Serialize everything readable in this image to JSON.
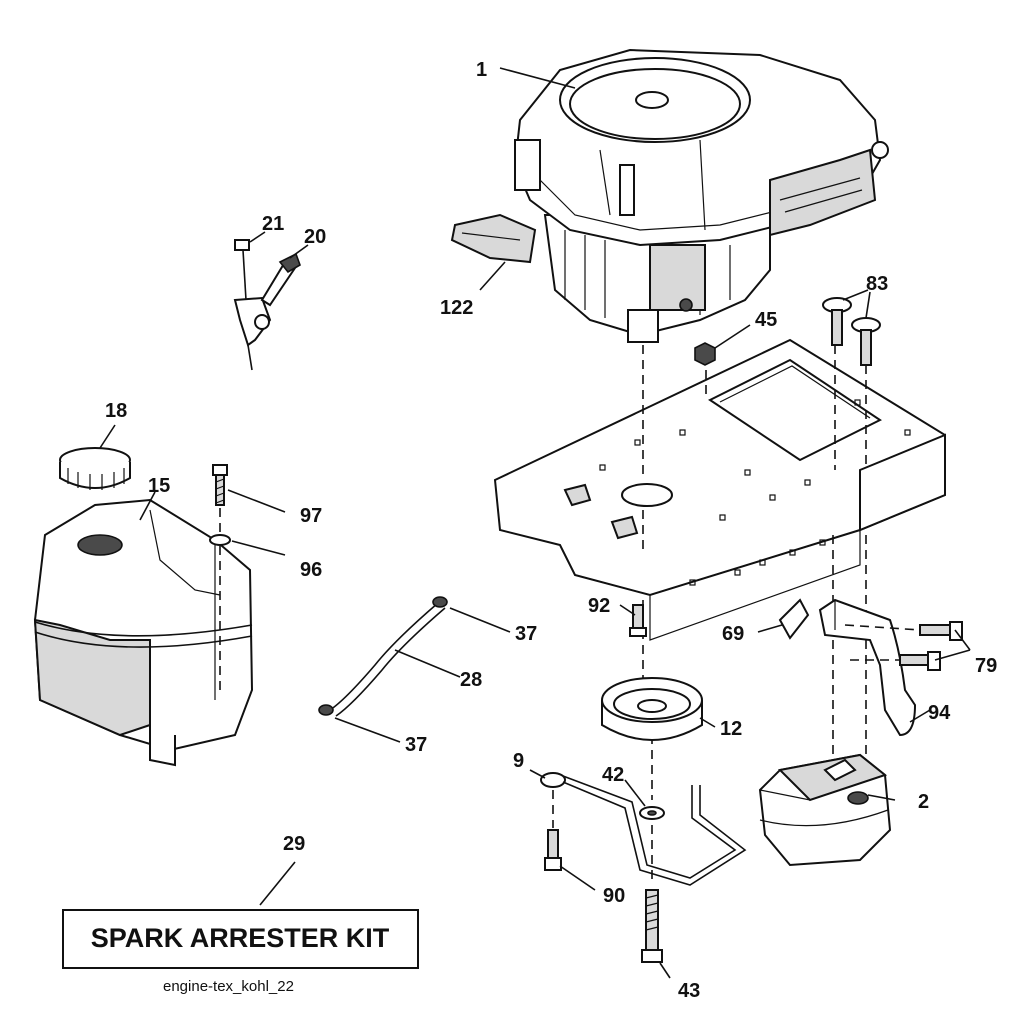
{
  "callouts": {
    "c1": "1",
    "c2": "2",
    "c9": "9",
    "c12": "12",
    "c15": "15",
    "c18": "18",
    "c20": "20",
    "c21": "21",
    "c28": "28",
    "c29": "29",
    "c37a": "37",
    "c37b": "37",
    "c42": "42",
    "c43": "43",
    "c45": "45",
    "c69": "69",
    "c79": "79",
    "c83": "83",
    "c90": "90",
    "c92": "92",
    "c94": "94",
    "c96": "96",
    "c97": "97",
    "c122": "122"
  },
  "kit_label": "SPARK ARRESTER KIT",
  "caption": "engine-tex_kohl_22"
}
